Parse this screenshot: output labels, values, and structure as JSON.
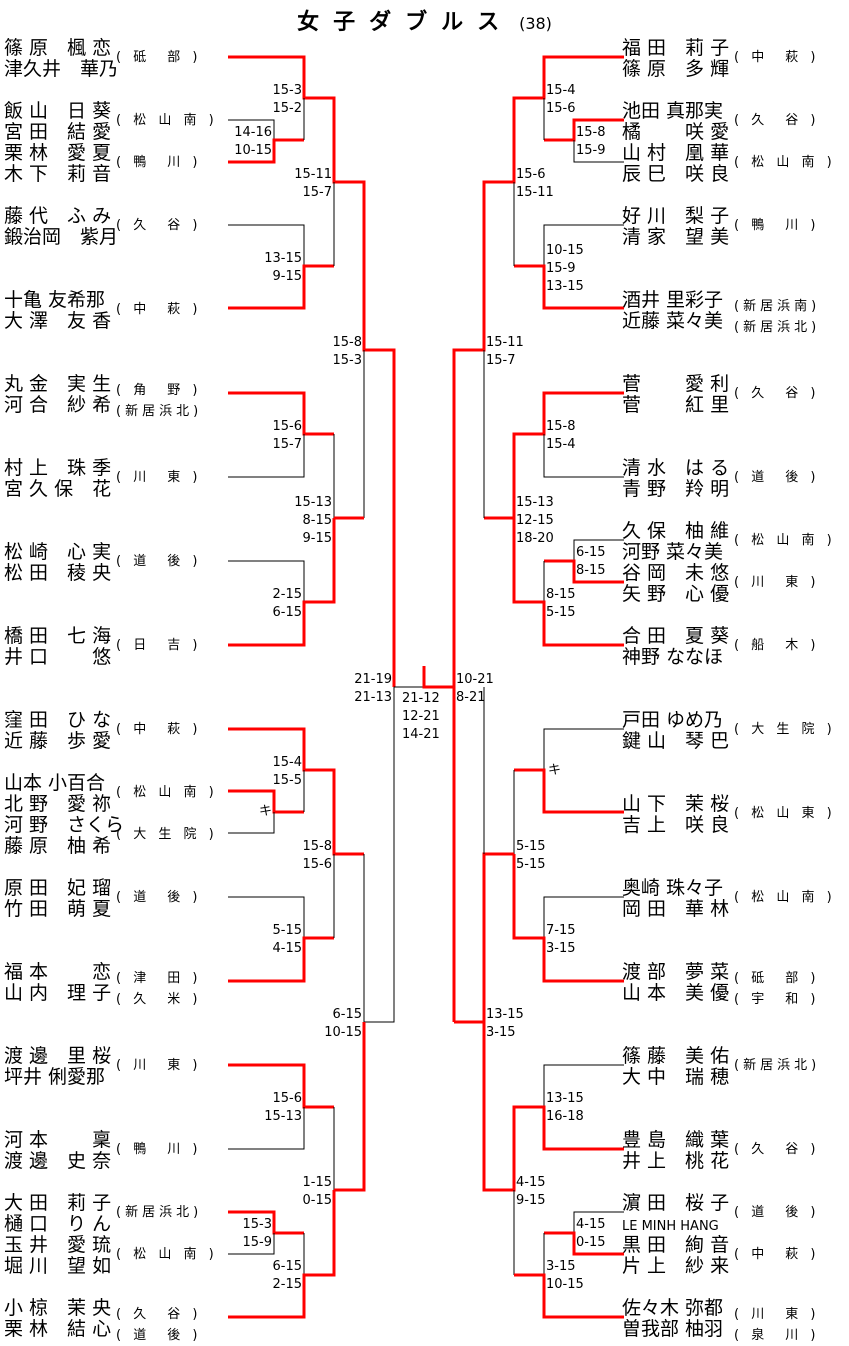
{
  "title": "女子ダブルス",
  "count": "(38)",
  "colors": {
    "win": "#ff0000",
    "line": "#000000"
  },
  "left": [
    {
      "p1": "篠 原　楓 恋",
      "p2": "津久井　華乃",
      "s1": "( 砥　部 )",
      "s2": ""
    },
    {
      "p1": "飯 山　日 葵",
      "p2": "宮 田　結 愛",
      "s1": "( 松 山 南 )",
      "s2": ""
    },
    {
      "p1": "栗 林　愛 夏",
      "p2": "木 下　莉 音",
      "s1": "( 鴨　川 )",
      "s2": ""
    },
    {
      "p1": "藤 代　ふ み",
      "p2": "鍛治岡　紫月",
      "s1": "( 久　谷 )",
      "s2": ""
    },
    {
      "p1": "十亀 友希那",
      "p2": "大 澤　友 香",
      "s1": "( 中　萩 )",
      "s2": ""
    },
    {
      "p1": "丸 金　実 生",
      "p2": "河 合　紗 希",
      "s1": "( 角　野 )",
      "s2": "(新居浜北)"
    },
    {
      "p1": "村 上　珠 季",
      "p2": "宮 久 保　花",
      "s1": "( 川　東 )",
      "s2": ""
    },
    {
      "p1": "松 崎　心 実",
      "p2": "松 田　稜 央",
      "s1": "( 道　後 )",
      "s2": ""
    },
    {
      "p1": "橋 田　七 海",
      "p2": "井 口　　 悠",
      "s1": "( 日　吉 )",
      "s2": ""
    },
    {
      "p1": "窪 田　ひ な",
      "p2": "近 藤　歩 愛",
      "s1": "( 中　萩 )",
      "s2": ""
    },
    {
      "p1": "山本 小百合",
      "p2": "北 野　愛 祢",
      "s1": "( 松 山 南 )",
      "s2": ""
    },
    {
      "p1": "河 野　さくら",
      "p2": "藤 原　柚 希",
      "s1": "( 大 生 院 )",
      "s2": ""
    },
    {
      "p1": "原 田　妃 瑠",
      "p2": "竹 田　萌 夏",
      "s1": "( 道　後 )",
      "s2": ""
    },
    {
      "p1": "福 本　　 恋",
      "p2": "山 内　理 子",
      "s1": "( 津　田 )",
      "s2": "( 久　米 )"
    },
    {
      "p1": "渡 邊　里 桜",
      "p2": "坪井 俐愛那",
      "s1": "( 川　東 )",
      "s2": ""
    },
    {
      "p1": "河 本　　 稟",
      "p2": "渡 邊　史 奈",
      "s1": "( 鴨　川 )",
      "s2": ""
    },
    {
      "p1": "大 田　莉 子",
      "p2": "樋 口　り ん",
      "s1": "(新居浜北)",
      "s2": ""
    },
    {
      "p1": "玉 井　愛 琉",
      "p2": "堀 川　望 如",
      "s1": "( 松 山 南 )",
      "s2": ""
    },
    {
      "p1": "小 椋　茉 央",
      "p2": "栗 林　結 心",
      "s1": "( 久　谷 )",
      "s2": "( 道　後 )"
    }
  ],
  "right": [
    {
      "p1": "福 田　莉 子",
      "p2": "篠 原　多 輝",
      "s1": "( 中　萩 )",
      "s2": ""
    },
    {
      "p1": "池田 真那実",
      "p2": "橘　　 咲 愛",
      "s1": "( 久　谷 )",
      "s2": ""
    },
    {
      "p1": "山 村　凰 華",
      "p2": "辰 巳　咲 良",
      "s1": "( 松 山 南 )",
      "s2": ""
    },
    {
      "p1": "好 川　梨 子",
      "p2": "清 家　望 美",
      "s1": "( 鴨　川 )",
      "s2": ""
    },
    {
      "p1": "酒井 里彩子",
      "p2": "近藤 菜々美",
      "s1": "(新居浜南)",
      "s2": "(新居浜北)"
    },
    {
      "p1": "菅　　 愛 利",
      "p2": "菅　　 紅 里",
      "s1": "( 久　谷 )",
      "s2": ""
    },
    {
      "p1": "清 水　は る",
      "p2": "青 野　羚 明",
      "s1": "( 道　後 )",
      "s2": ""
    },
    {
      "p1": "久 保　柚 維",
      "p2": "河野 菜々美",
      "s1": "( 松 山 南 )",
      "s2": ""
    },
    {
      "p1": "谷 岡　未 悠",
      "p2": "矢 野　心 優",
      "s1": "( 川　東 )",
      "s2": ""
    },
    {
      "p1": "合 田　夏 葵",
      "p2": "神野 ななほ",
      "s1": "( 船　木 )",
      "s2": ""
    },
    {
      "p1": "戸田 ゆめ乃",
      "p2": "鍵 山　琴 巴",
      "s1": "( 大 生 院 )",
      "s2": ""
    },
    {
      "p1": "山 下　茉 桜",
      "p2": "吉 上　咲 良",
      "s1": "( 松 山 東 )",
      "s2": ""
    },
    {
      "p1": "奥崎 珠々子",
      "p2": "岡 田　華 林",
      "s1": "( 松 山 南 )",
      "s2": ""
    },
    {
      "p1": "渡 部　夢 菜",
      "p2": "山 本　美 優",
      "s1": "( 砥　部 )",
      "s2": "( 宇　和 )"
    },
    {
      "p1": "篠 藤　美 佑",
      "p2": "大 中　瑞 穂",
      "s1": "(新居浜北)",
      "s2": ""
    },
    {
      "p1": "豊 島　織 葉",
      "p2": "井 上　桃 花",
      "s1": "( 久　谷 )",
      "s2": ""
    },
    {
      "p1": "濵 田　桜 子",
      "p2": "LE MINH HANG",
      "s1": "( 道　後 )",
      "s2": ""
    },
    {
      "p1": "黒 田　絢 音",
      "p2": "片 上　紗 来",
      "s1": "( 中　萩 )",
      "s2": ""
    },
    {
      "p1": "佐々木 弥都",
      "p2": "曽我部 柚羽",
      "s1": "( 川　東 )",
      "s2": "( 泉　川 )"
    }
  ],
  "scores": [
    {
      "id": "L1",
      "text": "15-3\n15-2"
    },
    {
      "id": "L2",
      "text": "14-16\n10-15"
    },
    {
      "id": "L3",
      "text": "15-11\n15-7"
    },
    {
      "id": "L4",
      "text": "13-15\n9-15"
    },
    {
      "id": "L5",
      "text": "15-8\n15-3"
    },
    {
      "id": "L6",
      "text": "15-6\n15-7"
    },
    {
      "id": "L7",
      "text": "15-13\n8-15\n9-15"
    },
    {
      "id": "L8",
      "text": "2-15\n6-15"
    },
    {
      "id": "L9",
      "text": "21-19\n21-13"
    },
    {
      "id": "L10",
      "text": "15-4\n15-5"
    },
    {
      "id": "L11",
      "text": "キ"
    },
    {
      "id": "L12",
      "text": "15-8\n15-6"
    },
    {
      "id": "L13",
      "text": "5-15\n4-15"
    },
    {
      "id": "L14",
      "text": "6-15\n10-15"
    },
    {
      "id": "L15",
      "text": "15-6\n15-13"
    },
    {
      "id": "L16",
      "text": "1-15\n0-15"
    },
    {
      "id": "L17",
      "text": "15-3\n15-9"
    },
    {
      "id": "L18",
      "text": "6-15\n2-15"
    },
    {
      "id": "C1",
      "text": "21-12\n12-21\n14-21"
    },
    {
      "id": "R1",
      "text": "15-4\n15-6"
    },
    {
      "id": "R2",
      "text": "15-8\n15-9"
    },
    {
      "id": "R3",
      "text": "15-6\n15-11"
    },
    {
      "id": "R4",
      "text": "10-15\n15-9\n13-15"
    },
    {
      "id": "R5",
      "text": "15-11\n15-7"
    },
    {
      "id": "R6",
      "text": "15-8\n15-4"
    },
    {
      "id": "R7",
      "text": "15-13\n12-15\n18-20"
    },
    {
      "id": "R8",
      "text": "6-15\n8-15"
    },
    {
      "id": "R9",
      "text": "8-15\n5-15"
    },
    {
      "id": "R10",
      "text": "10-21\n8-21"
    },
    {
      "id": "R11",
      "text": "キ"
    },
    {
      "id": "R12",
      "text": "5-15\n5-15"
    },
    {
      "id": "R13",
      "text": "7-15\n3-15"
    },
    {
      "id": "R14",
      "text": "13-15\n3-15"
    },
    {
      "id": "R15",
      "text": "13-15\n16-18"
    },
    {
      "id": "R16",
      "text": "4-15\n9-15"
    },
    {
      "id": "R17",
      "text": "4-15\n0-15"
    },
    {
      "id": "R18",
      "text": "3-15\n10-15"
    }
  ]
}
